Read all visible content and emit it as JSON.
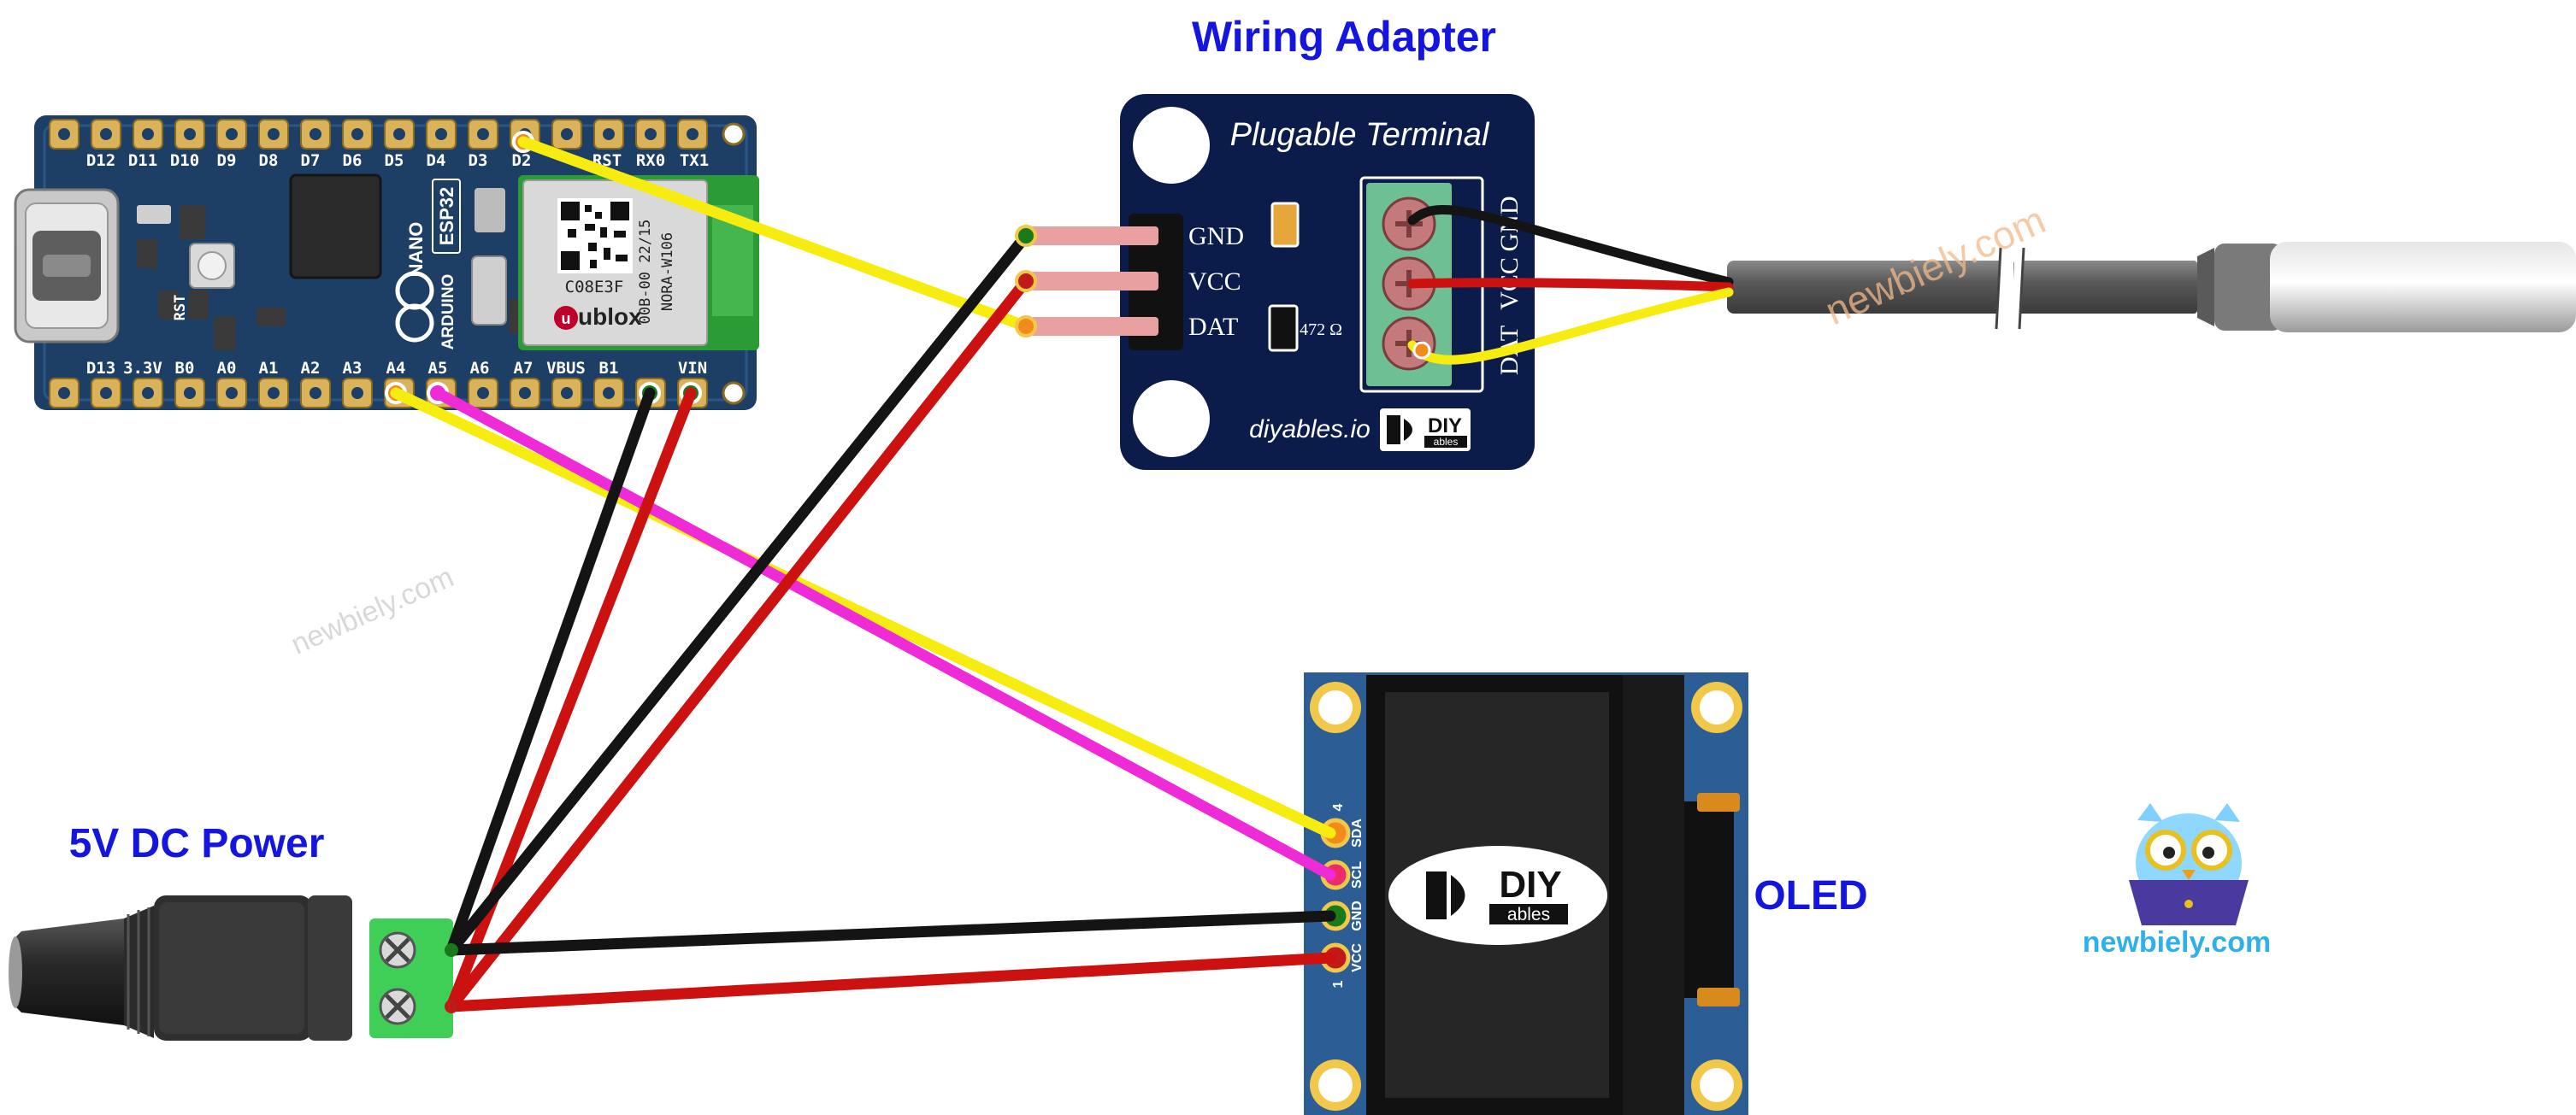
{
  "labels": {
    "wiring_adapter": "Wiring Adapter",
    "dc_power": "5V DC Power",
    "oled": "OLED"
  },
  "colors": {
    "title_blue": "#1515e0",
    "wire_yellow": "#f7ec10",
    "wire_black": "#141414",
    "wire_red": "#cc1111",
    "wire_magenta": "#ee2bd6",
    "board_blue": "#1d3f66",
    "adapter_navy": "#0c1c4a",
    "oled_blue": "#2c5d94",
    "connector_green": "#3fcf57",
    "header_gold": "#d9b25a",
    "watermark": "#f2b98a"
  },
  "esp32": {
    "top_pins": [
      "D12",
      "D11",
      "D10",
      "D9",
      "D8",
      "D7",
      "D6",
      "D5",
      "D4",
      "D3",
      "D2",
      "RST",
      "RX0",
      "TX1"
    ],
    "bottom_pins": [
      "D13",
      "3.3V",
      "B0",
      "A0",
      "A1",
      "A2",
      "A3",
      "A4",
      "A5",
      "A6",
      "A7",
      "VBUS",
      "B1",
      "",
      "VIN"
    ],
    "rst_button": "RST",
    "nano": "NANO",
    "esp32": "ESP32",
    "arduino": "ARDUINO",
    "module_code": "C08E3F",
    "module_brand": "ublox",
    "module_line1": "00B-00 22/15",
    "module_line2": "NORA-W106"
  },
  "adapter": {
    "title": "Plugable Terminal",
    "pins": [
      "GND",
      "VCC",
      "DAT"
    ],
    "terminal_labels": [
      "GND",
      "VCC",
      "DAT"
    ],
    "resistor": "472 Ω",
    "site": "diyables.io",
    "logo_diy": "DIY",
    "logo_ables": "ables"
  },
  "oled": {
    "pin_labels": [
      "SDA",
      "SCL",
      "GND",
      "VCC"
    ],
    "pin_num_top": "4",
    "pin_num_bottom": "1",
    "logo_diy": "DIY",
    "logo_ables": "ables"
  },
  "power": {
    "minus": "⊖",
    "plus": "⊕"
  },
  "watermarks": {
    "sensor_watermark": "newbiely.com",
    "board_watermark": "newbiely.com",
    "brand": "newbiely.com"
  }
}
